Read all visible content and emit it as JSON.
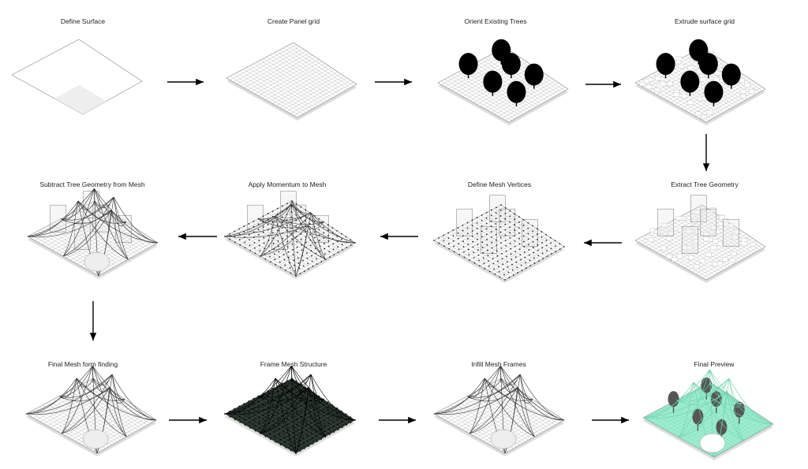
{
  "steps": [
    {
      "label": "Define Surface"
    },
    {
      "label": "Create Panel grid"
    },
    {
      "label": "Orient Existing Trees"
    },
    {
      "label": "Extrude surface grid"
    },
    {
      "label": "Extract Tree Geometry"
    },
    {
      "label": "Define Mesh Vertices"
    },
    {
      "label": "Apply Momentum to Mesh"
    },
    {
      "label": "Subtract Tree Geometry from Mesh"
    },
    {
      "label": "Final Mesh form finding"
    },
    {
      "label": "Frame Mesh Structure"
    },
    {
      "label": "Infill Mesh Frames"
    },
    {
      "label": "Final Preview"
    }
  ],
  "colors": {
    "mesh_final": "#8fe8c6",
    "frame_dark": "#1f2a22",
    "tree": "#000000",
    "arrow": "#000000"
  }
}
